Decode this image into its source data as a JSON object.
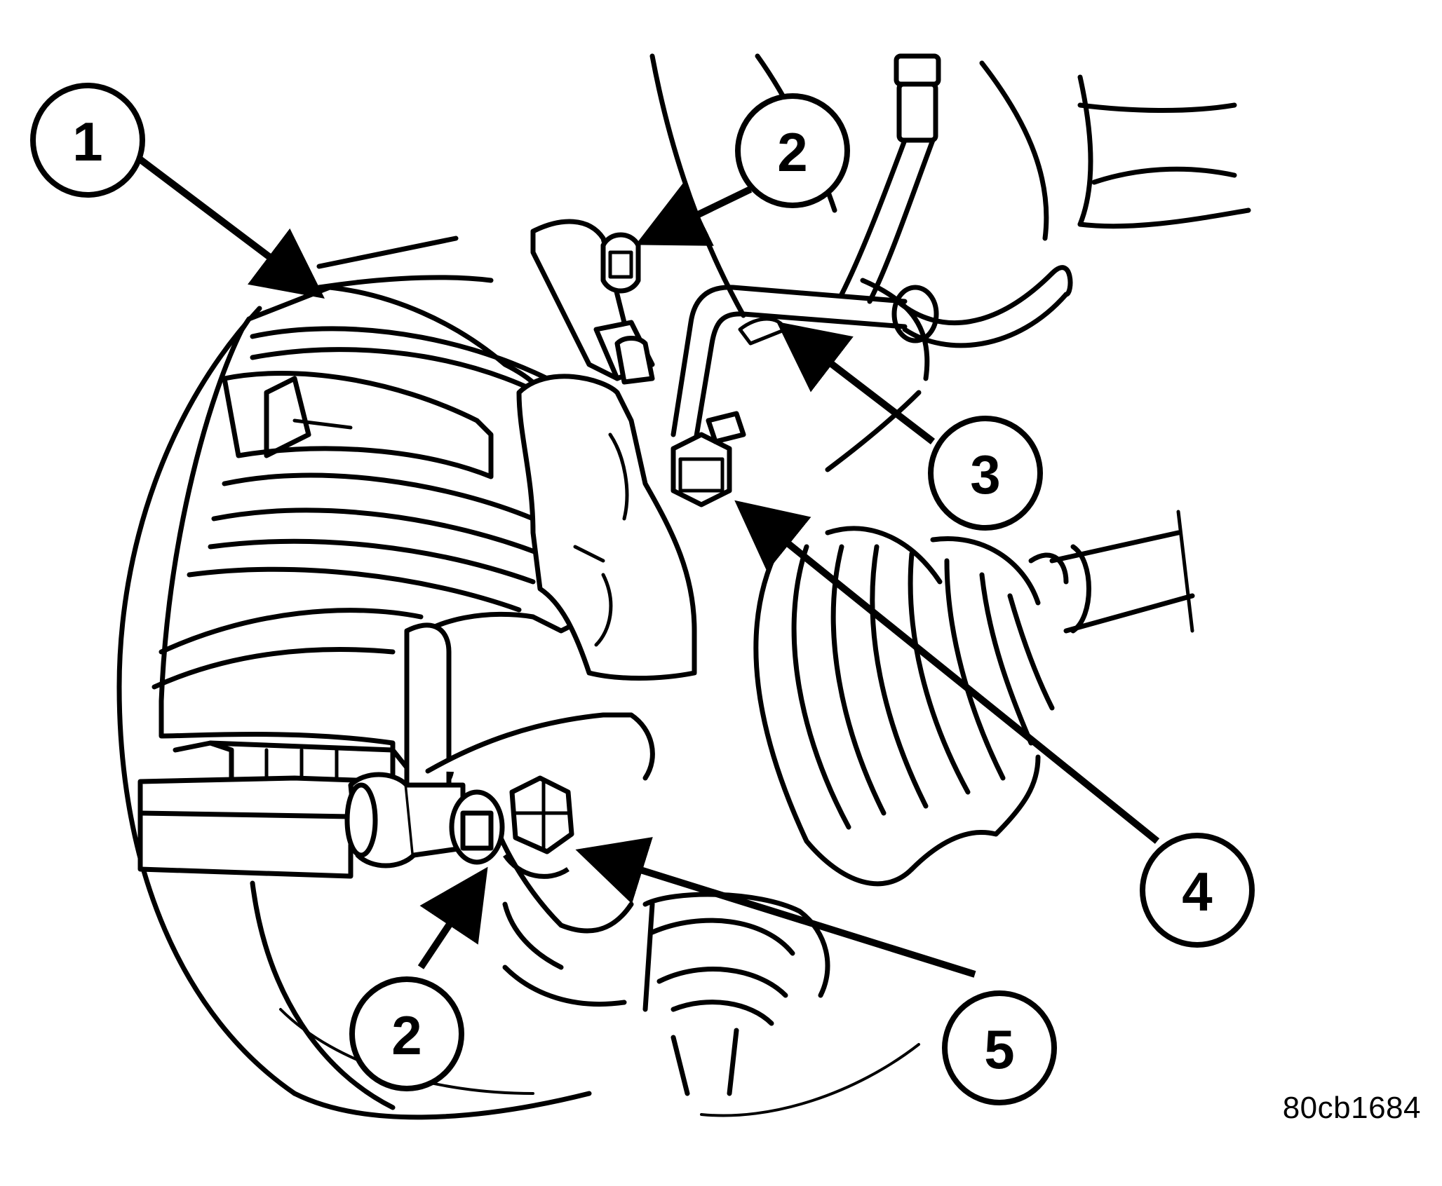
{
  "colors": {
    "ink": "#000000",
    "paper": "#ffffff"
  },
  "figure_id": "80cb1684",
  "callouts": [
    {
      "id": "c1a",
      "label": "1"
    },
    {
      "id": "c2a",
      "label": "2"
    },
    {
      "id": "c3",
      "label": "3"
    },
    {
      "id": "c4",
      "label": "4"
    },
    {
      "id": "c5",
      "label": "5"
    },
    {
      "id": "c2b",
      "label": "2"
    }
  ]
}
